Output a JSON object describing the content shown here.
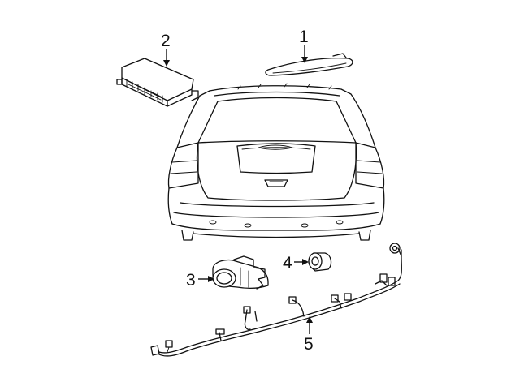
{
  "callouts": {
    "c1": "1",
    "c2": "2",
    "c3": "3",
    "c4": "4",
    "c5": "5"
  },
  "colors": {
    "line": "#111111",
    "background": "#ffffff"
  }
}
